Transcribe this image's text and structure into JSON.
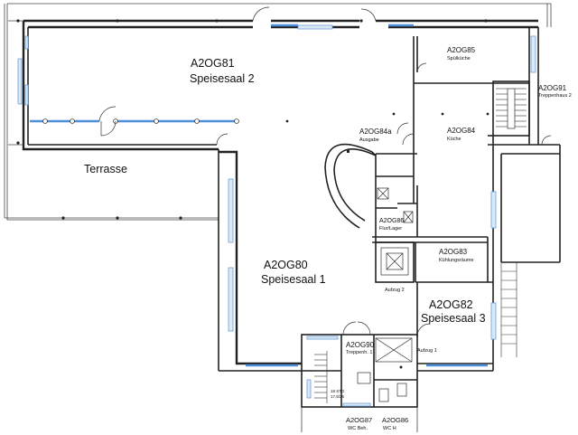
{
  "rooms": {
    "og81_code": "A2OG81",
    "og81_name": "Speisesaal 2",
    "terrace": "Terrasse",
    "og85_code": "A2OG85",
    "og85_name": "Spülküche",
    "og91_code": "A2OG91",
    "og91_name": "Treppenhaus 2",
    "og84a_code": "A2OG84a",
    "og84a_name": "Ausgabe",
    "og84_code": "A2OG84",
    "og84_name": "Küche",
    "og86_top_code": "A2OG86",
    "og86_top_name": "Flur/Lager",
    "og83_code": "A2OG83",
    "og83_name": "Kühlungsräume",
    "elevator2": "Aufzug 2",
    "og80_code": "A2OG80",
    "og80_name": "Speisesaal 1",
    "og82_code": "A2OG82",
    "og82_name": "Speisesaal 3",
    "og90_code": "A2OG90",
    "og90_name": "Treppenh. 1",
    "elevator1": "Aufzug 1",
    "og87_code": "A2OG87",
    "og87_name": "WC Beh.",
    "og86_code": "A2OG86",
    "og86_name": "WC H",
    "stair_note_1": "18 STG",
    "stair_note_2": "17,5/26"
  }
}
